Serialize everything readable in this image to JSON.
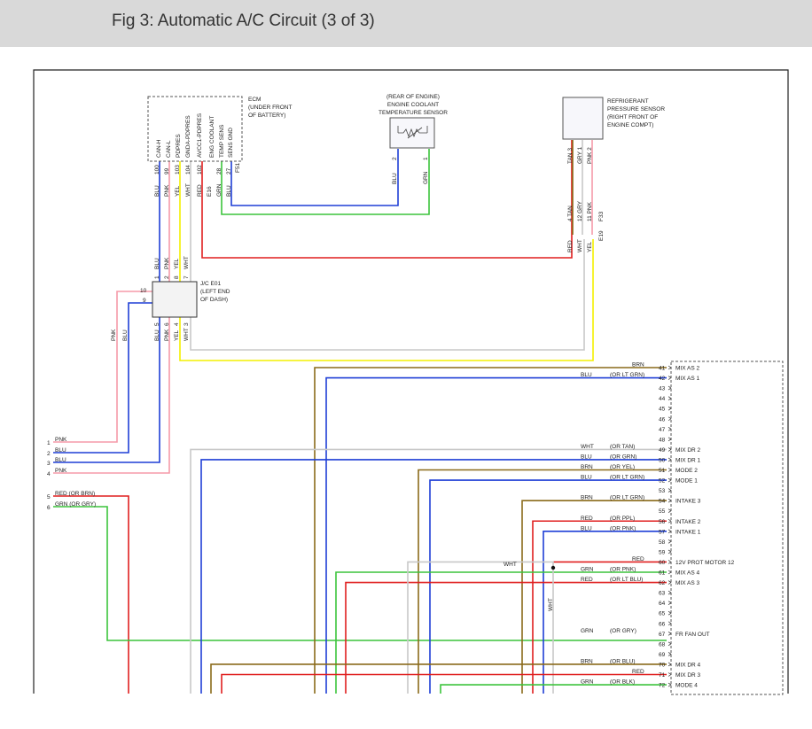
{
  "title": "Fig 3: Automatic A/C Circuit (3 of 3)",
  "colors": {
    "blue": "#1f3fd6",
    "green": "#3cc43c",
    "red": "#e01f1f",
    "yellow": "#f4f000",
    "pink": "#f59aa8",
    "white": "#c8c8c8",
    "brown": "#8a6a1a",
    "frame": "#222222"
  },
  "ecm": {
    "label_lines": [
      "ECM",
      "(UNDER FRONT",
      "OF BATTERY)"
    ],
    "pin_names": [
      "CAN-H",
      "CAN-L",
      "PDPRES",
      "GNDA-PDPRES",
      "AVCC1-PDPRES",
      "ENG COOLANT",
      "TEMP SENS",
      "SENS GND"
    ],
    "wires": [
      {
        "color": "BLU",
        "pin": "100"
      },
      {
        "color": "PNK",
        "pin": "99"
      },
      {
        "color": "YEL",
        "pin": "103"
      },
      {
        "color": "WHT",
        "pin": "104"
      },
      {
        "color": "RED",
        "pin": "102"
      },
      {
        "color": "GRN",
        "pin": "28"
      },
      {
        "color": "BLU",
        "pin": "27"
      }
    ],
    "connectors": [
      "E16",
      "F51"
    ]
  },
  "ect_sensor": {
    "label_lines": [
      "(REAR OF ENGINE)",
      "ENGINE COOLANT",
      "TEMPERATURE SENSOR"
    ],
    "pins": [
      "2",
      "1"
    ],
    "wires": [
      "BLU",
      "GRN"
    ]
  },
  "pressure_sensor": {
    "label_lines": [
      "REFRIGERANT",
      "PRESSURE SENSOR",
      "(RIGHT FRONT OF",
      "ENGINE COMPT)"
    ],
    "top_wires": [
      {
        "color": "TAN",
        "pin": "3"
      },
      {
        "color": "GRY",
        "pin": "1"
      },
      {
        "color": "PNK",
        "pin": "2"
      }
    ],
    "bottom_wires": [
      {
        "color": "TAN",
        "pin": "4"
      },
      {
        "color": "GRY",
        "pin": "12"
      },
      {
        "color": "PNK",
        "pin": "11"
      }
    ],
    "connectors": [
      "E19",
      "F33"
    ],
    "wire_colors": [
      "RED",
      "WHT",
      "YEL"
    ]
  },
  "junction": {
    "label_lines": [
      "J/C E01",
      "(LEFT END",
      "OF DASH)"
    ],
    "top": [
      {
        "color": "BLU",
        "pin": "1"
      },
      {
        "color": "PNK",
        "pin": "2"
      },
      {
        "color": "YEL",
        "pin": "8"
      },
      {
        "color": "WHT",
        "pin": "7"
      }
    ],
    "side_pins": [
      "10",
      "9"
    ],
    "bottom": [
      {
        "color": "BLU",
        "pin": "5"
      },
      {
        "color": "PNK",
        "pin": "6"
      },
      {
        "color": "YEL",
        "pin": "4"
      },
      {
        "color": "WHT",
        "pin": "3"
      }
    ],
    "left_wires": [
      "PNK",
      "BLU"
    ]
  },
  "left_terminals": [
    {
      "num": "1",
      "color": "PNK"
    },
    {
      "num": "2",
      "color": "BLU"
    },
    {
      "num": "3",
      "color": "BLU"
    },
    {
      "num": "4",
      "color": "PNK"
    },
    {
      "num": "5",
      "color": "RED",
      "alt": "(OR BRN)"
    },
    {
      "num": "6",
      "color": "GRN",
      "alt": "(OR GRY)"
    }
  ],
  "module_pins": [
    {
      "pin": "41",
      "color": "BRN",
      "alt": "",
      "name": "MIX AS 2"
    },
    {
      "pin": "42",
      "color": "BLU",
      "alt": "(OR LT GRN)",
      "name": "MIX AS 1"
    },
    {
      "pin": "43",
      "color": "",
      "alt": "",
      "name": ""
    },
    {
      "pin": "44",
      "color": "",
      "alt": "",
      "name": ""
    },
    {
      "pin": "45",
      "color": "",
      "alt": "",
      "name": ""
    },
    {
      "pin": "46",
      "color": "",
      "alt": "",
      "name": ""
    },
    {
      "pin": "47",
      "color": "",
      "alt": "",
      "name": ""
    },
    {
      "pin": "48",
      "color": "",
      "alt": "",
      "name": ""
    },
    {
      "pin": "49",
      "color": "WHT",
      "alt": "(OR TAN)",
      "name": "MIX DR 2"
    },
    {
      "pin": "50",
      "color": "BLU",
      "alt": "(OR GRN)",
      "name": "MIX DR 1"
    },
    {
      "pin": "51",
      "color": "BRN",
      "alt": "(OR YEL)",
      "name": "MODE 2"
    },
    {
      "pin": "52",
      "color": "BLU",
      "alt": "(OR LT GRN)",
      "name": "MODE 1"
    },
    {
      "pin": "53",
      "color": "",
      "alt": "",
      "name": ""
    },
    {
      "pin": "54",
      "color": "BRN",
      "alt": "(OR LT GRN)",
      "name": "INTAKE 3"
    },
    {
      "pin": "55",
      "color": "",
      "alt": "",
      "name": ""
    },
    {
      "pin": "56",
      "color": "RED",
      "alt": "(OR PPL)",
      "name": "INTAKE 2"
    },
    {
      "pin": "57",
      "color": "BLU",
      "alt": "(OR PNK)",
      "name": "INTAKE 1"
    },
    {
      "pin": "58",
      "color": "",
      "alt": "",
      "name": ""
    },
    {
      "pin": "59",
      "color": "",
      "alt": "",
      "name": ""
    },
    {
      "pin": "60",
      "color": "RED",
      "alt": "",
      "name": "12V PROT MOTOR 12"
    },
    {
      "pin": "61",
      "color": "GRN",
      "alt": "(OR PNK)",
      "name": "MIX AS 4"
    },
    {
      "pin": "62",
      "color": "RED",
      "alt": "(OR LT BLU)",
      "name": "MIX AS 3"
    },
    {
      "pin": "63",
      "color": "",
      "alt": "",
      "name": ""
    },
    {
      "pin": "64",
      "color": "",
      "alt": "",
      "name": ""
    },
    {
      "pin": "65",
      "color": "",
      "alt": "",
      "name": ""
    },
    {
      "pin": "66",
      "color": "",
      "alt": "",
      "name": ""
    },
    {
      "pin": "67",
      "color": "GRN",
      "alt": "(OR GRY)",
      "name": "FR FAN OUT"
    },
    {
      "pin": "68",
      "color": "",
      "alt": "",
      "name": ""
    },
    {
      "pin": "69",
      "color": "",
      "alt": "",
      "name": ""
    },
    {
      "pin": "70",
      "color": "BRN",
      "alt": "(OR BLU)",
      "name": "MIX DR 4"
    },
    {
      "pin": "71",
      "color": "RED",
      "alt": "",
      "name": "MIX DR 3"
    },
    {
      "pin": "72",
      "color": "GRN",
      "alt": "(OR BLK)",
      "name": "MODE 4"
    }
  ],
  "splice_label": "WHT",
  "splice_label_vertical": "WHT"
}
